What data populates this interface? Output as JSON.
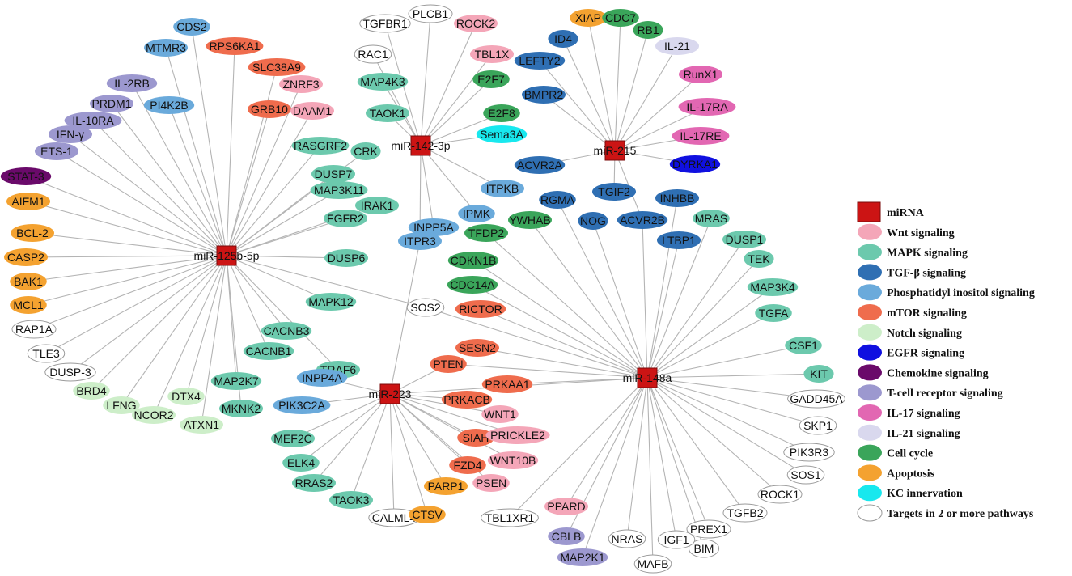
{
  "colors": {
    "wnt": "#f4a6b8",
    "mapk": "#6cc9ad",
    "tgfb": "#2f6fb3",
    "pi": "#6aaadb",
    "mtor": "#ef6c4d",
    "notch": "#cdeec9",
    "egfr": "#1010e0",
    "chemokine": "#6a0a6a",
    "tcell": "#9c98cf",
    "il17": "#e267b2",
    "il21": "#d9d8ee",
    "cellcycle": "#3aa55a",
    "apoptosis": "#f4a230",
    "kc": "#18e8ee",
    "multi": "#ffffff",
    "mirna": "#cc1414"
  },
  "legend": [
    {
      "key": "mirna",
      "label": "miRNA",
      "shape": "square"
    },
    {
      "key": "wnt",
      "label": "Wnt signaling"
    },
    {
      "key": "mapk",
      "label": "MAPK  signaling"
    },
    {
      "key": "tgfb",
      "label": "TGF-β signaling"
    },
    {
      "key": "pi",
      "label": "Phosphatidyl inositol signaling"
    },
    {
      "key": "mtor",
      "label": "mTOR  signaling"
    },
    {
      "key": "notch",
      "label": "Notch signaling"
    },
    {
      "key": "egfr",
      "label": "EGFR signaling"
    },
    {
      "key": "chemokine",
      "label": "Chemokine signaling"
    },
    {
      "key": "tcell",
      "label": "T-cell receptor signaling"
    },
    {
      "key": "il17",
      "label": "IL-17 signaling"
    },
    {
      "key": "il21",
      "label": "IL-21 signaling"
    },
    {
      "key": "cellcycle",
      "label": "Cell cycle"
    },
    {
      "key": "apoptosis",
      "label": "Apoptosis"
    },
    {
      "key": "kc",
      "label": "KC innervation"
    },
    {
      "key": "multi",
      "label": "Targets in 2 or more pathways"
    }
  ],
  "hubs": [
    {
      "id": "m125",
      "label": "miR-125b-5p"
    },
    {
      "id": "m142",
      "label": "miR-142-3p"
    },
    {
      "id": "m215",
      "label": "miR-215"
    },
    {
      "id": "m223",
      "label": "miR-223"
    },
    {
      "id": "m148",
      "label": "miR-148a"
    }
  ],
  "targets": [
    {
      "id": "CDS2",
      "label": "CDS2",
      "cat": "pi",
      "hub": [
        "m125"
      ]
    },
    {
      "id": "MTMR3",
      "label": "MTMR3",
      "cat": "pi",
      "hub": [
        "m125"
      ]
    },
    {
      "id": "RPS6KA1",
      "label": "RPS6KA1",
      "cat": "mtor",
      "hub": [
        "m125"
      ]
    },
    {
      "id": "SLC38A9",
      "label": "SLC38A9",
      "cat": "mtor",
      "hub": [
        "m125"
      ]
    },
    {
      "id": "IL2RB",
      "label": "IL-2RB",
      "cat": "tcell",
      "hub": [
        "m125"
      ]
    },
    {
      "id": "ZNRF3",
      "label": "ZNRF3",
      "cat": "wnt",
      "hub": [
        "m125"
      ]
    },
    {
      "id": "PRDM1",
      "label": "PRDM1",
      "cat": "tcell",
      "hub": [
        "m125"
      ]
    },
    {
      "id": "PI4K2B",
      "label": "PI4K2B",
      "cat": "pi",
      "hub": [
        "m125"
      ]
    },
    {
      "id": "GRB10",
      "label": "GRB10",
      "cat": "mtor",
      "hub": [
        "m125"
      ]
    },
    {
      "id": "DAAM1",
      "label": "DAAM1",
      "cat": "wnt",
      "hub": [
        "m125"
      ]
    },
    {
      "id": "IL10RA",
      "label": "IL-10RA",
      "cat": "tcell",
      "hub": [
        "m125"
      ]
    },
    {
      "id": "IFNG",
      "label": "IFN-γ",
      "cat": "tcell",
      "hub": [
        "m125"
      ]
    },
    {
      "id": "ETS1",
      "label": "ETS-1",
      "cat": "tcell",
      "hub": [
        "m125"
      ]
    },
    {
      "id": "RASGRF2",
      "label": "RASGRF2",
      "cat": "mapk",
      "hub": [
        "m125"
      ]
    },
    {
      "id": "CRK",
      "label": "CRK",
      "cat": "mapk",
      "hub": [
        "m125"
      ]
    },
    {
      "id": "STAT3",
      "label": "STAT-3",
      "cat": "chemokine",
      "hub": [
        "m125"
      ]
    },
    {
      "id": "DUSP7",
      "label": "DUSP7",
      "cat": "mapk",
      "hub": [
        "m125"
      ]
    },
    {
      "id": "AIFM1",
      "label": "AIFM1",
      "cat": "apoptosis",
      "hub": [
        "m125"
      ]
    },
    {
      "id": "MAP3K11",
      "label": "MAP3K11",
      "cat": "mapk",
      "hub": [
        "m125"
      ]
    },
    {
      "id": "IRAK1",
      "label": "IRAK1",
      "cat": "mapk",
      "hub": [
        "m125"
      ]
    },
    {
      "id": "BCL2",
      "label": "BCL-2",
      "cat": "apoptosis",
      "hub": [
        "m125"
      ]
    },
    {
      "id": "FGFR2",
      "label": "FGFR2",
      "cat": "mapk",
      "hub": [
        "m125"
      ]
    },
    {
      "id": "CASP2",
      "label": "CASP2",
      "cat": "apoptosis",
      "hub": [
        "m125"
      ]
    },
    {
      "id": "DUSP6",
      "label": "DUSP6",
      "cat": "mapk",
      "hub": [
        "m125"
      ]
    },
    {
      "id": "BAK1",
      "label": "BAK1",
      "cat": "apoptosis",
      "hub": [
        "m125"
      ]
    },
    {
      "id": "MCL1",
      "label": "MCL1",
      "cat": "apoptosis",
      "hub": [
        "m125"
      ]
    },
    {
      "id": "MAPK12",
      "label": "MAPK12",
      "cat": "mapk",
      "hub": [
        "m125"
      ]
    },
    {
      "id": "RAP1A",
      "label": "RAP1A",
      "cat": "multi",
      "hub": [
        "m125"
      ]
    },
    {
      "id": "TLE3",
      "label": "TLE3",
      "cat": "multi",
      "hub": [
        "m125"
      ]
    },
    {
      "id": "CACNB3",
      "label": "CACNB3",
      "cat": "mapk",
      "hub": [
        "m125"
      ]
    },
    {
      "id": "CACNB1",
      "label": "CACNB1",
      "cat": "mapk",
      "hub": [
        "m125"
      ]
    },
    {
      "id": "DUSP3",
      "label": "DUSP-3",
      "cat": "multi",
      "hub": [
        "m125"
      ]
    },
    {
      "id": "TRAF6",
      "label": "TRAF6",
      "cat": "mapk",
      "hub": [
        "m125"
      ]
    },
    {
      "id": "BRD4",
      "label": "BRD4",
      "cat": "notch",
      "hub": [
        "m125"
      ]
    },
    {
      "id": "LFNG",
      "label": "LFNG",
      "cat": "notch",
      "hub": [
        "m125"
      ]
    },
    {
      "id": "DTX4",
      "label": "DTX4",
      "cat": "notch",
      "hub": [
        "m125"
      ]
    },
    {
      "id": "NCOR2",
      "label": "NCOR2",
      "cat": "notch",
      "hub": [
        "m125"
      ]
    },
    {
      "id": "ATXN1",
      "label": "ATXN1",
      "cat": "notch",
      "hub": [
        "m125"
      ]
    },
    {
      "id": "MKNK2",
      "label": "MKNK2",
      "cat": "mapk",
      "hub": [
        "m125"
      ]
    },
    {
      "id": "MAP2K7",
      "label": "MAP2K7",
      "cat": "mapk",
      "hub": [
        "m125"
      ]
    },
    {
      "id": "SOS2",
      "label": "SOS2",
      "cat": "multi",
      "hub": [
        "m125",
        "m148"
      ]
    },
    {
      "id": "TGFBR1",
      "label": "TGFBR1",
      "cat": "multi",
      "hub": [
        "m142"
      ]
    },
    {
      "id": "PLCB1",
      "label": "PLCB1",
      "cat": "multi",
      "hub": [
        "m142"
      ]
    },
    {
      "id": "ROCK2",
      "label": "ROCK2",
      "cat": "wnt",
      "hub": [
        "m142"
      ]
    },
    {
      "id": "RAC1",
      "label": "RAC1",
      "cat": "multi",
      "hub": [
        "m142"
      ]
    },
    {
      "id": "TBL1X",
      "label": "TBL1X",
      "cat": "wnt",
      "hub": [
        "m142"
      ]
    },
    {
      "id": "MAP4K3",
      "label": "MAP4K3",
      "cat": "mapk",
      "hub": [
        "m142"
      ]
    },
    {
      "id": "E2F7",
      "label": "E2F7",
      "cat": "cellcycle",
      "hub": [
        "m142"
      ]
    },
    {
      "id": "TAOK1",
      "label": "TAOK1",
      "cat": "mapk",
      "hub": [
        "m142"
      ]
    },
    {
      "id": "E2F8",
      "label": "E2F8",
      "cat": "cellcycle",
      "hub": [
        "m142"
      ]
    },
    {
      "id": "SEMA3A",
      "label": "Sema3A",
      "cat": "kc",
      "hub": [
        "m142"
      ]
    },
    {
      "id": "ITPKB",
      "label": "ITPKB",
      "cat": "pi",
      "hub": [
        "m142"
      ]
    },
    {
      "id": "IPMK",
      "label": "IPMK",
      "cat": "pi",
      "hub": [
        "m142"
      ]
    },
    {
      "id": "INPP5A",
      "label": "INPP5A",
      "cat": "pi",
      "hub": [
        "m142"
      ]
    },
    {
      "id": "ITPR3",
      "label": "ITPR3",
      "cat": "pi",
      "hub": [
        "m142",
        "m223"
      ]
    },
    {
      "id": "XIAP",
      "label": "XIAP",
      "cat": "apoptosis",
      "hub": [
        "m215"
      ]
    },
    {
      "id": "CDC7",
      "label": "CDC7",
      "cat": "cellcycle",
      "hub": [
        "m215"
      ]
    },
    {
      "id": "RB1",
      "label": "RB1",
      "cat": "cellcycle",
      "hub": [
        "m215"
      ]
    },
    {
      "id": "ID4",
      "label": "ID4",
      "cat": "tgfb",
      "hub": [
        "m215"
      ]
    },
    {
      "id": "IL21",
      "label": "IL-21",
      "cat": "il21",
      "hub": [
        "m215"
      ]
    },
    {
      "id": "LEFTY2",
      "label": "LEFTY2",
      "cat": "tgfb",
      "hub": [
        "m215"
      ]
    },
    {
      "id": "RUNX1",
      "label": "RunX1",
      "cat": "il17",
      "hub": [
        "m215"
      ]
    },
    {
      "id": "BMPR2",
      "label": "BMPR2",
      "cat": "tgfb",
      "hub": [
        "m215"
      ]
    },
    {
      "id": "IL17RA",
      "label": "IL-17RA",
      "cat": "il17",
      "hub": [
        "m215"
      ]
    },
    {
      "id": "IL17RE",
      "label": "IL-17RE",
      "cat": "il17",
      "hub": [
        "m215"
      ]
    },
    {
      "id": "ACVR2A",
      "label": "ACVR2A",
      "cat": "tgfb",
      "hub": [
        "m215"
      ]
    },
    {
      "id": "DYRK1A",
      "label": "DYRKA1",
      "cat": "egfr",
      "hub": [
        "m215"
      ]
    },
    {
      "id": "TGIF2",
      "label": "TGIF2",
      "cat": "tgfb",
      "hub": [
        "m215"
      ]
    },
    {
      "id": "ACVR2B",
      "label": "ACVR2B",
      "cat": "tgfb",
      "hub": [
        "m215",
        "m148"
      ]
    },
    {
      "id": "INHBB",
      "label": "INHBB",
      "cat": "tgfb",
      "hub": [
        "m148"
      ]
    },
    {
      "id": "RGMA",
      "label": "RGMA",
      "cat": "tgfb",
      "hub": [
        "m148"
      ]
    },
    {
      "id": "NOG",
      "label": "NOG",
      "cat": "tgfb",
      "hub": [
        "m148"
      ]
    },
    {
      "id": "YWHAB",
      "label": "YWHAB",
      "cat": "cellcycle",
      "hub": [
        "m148"
      ]
    },
    {
      "id": "TFDP2",
      "label": "TFDP2",
      "cat": "cellcycle",
      "hub": [
        "m148"
      ]
    },
    {
      "id": "CDKN1B",
      "label": "CDKN1B",
      "cat": "cellcycle",
      "hub": [
        "m148"
      ]
    },
    {
      "id": "CDC14A",
      "label": "CDC14A",
      "cat": "cellcycle",
      "hub": [
        "m148"
      ]
    },
    {
      "id": "RICTOR",
      "label": "RICTOR",
      "cat": "mtor",
      "hub": [
        "m148"
      ]
    },
    {
      "id": "MRAS",
      "label": "MRAS",
      "cat": "mapk",
      "hub": [
        "m148"
      ]
    },
    {
      "id": "LTBP1",
      "label": "LTBP1",
      "cat": "tgfb",
      "hub": [
        "m148"
      ]
    },
    {
      "id": "DUSP1",
      "label": "DUSP1",
      "cat": "mapk",
      "hub": [
        "m148"
      ]
    },
    {
      "id": "TEK",
      "label": "TEK",
      "cat": "mapk",
      "hub": [
        "m148"
      ]
    },
    {
      "id": "MAP3K4",
      "label": "MAP3K4",
      "cat": "mapk",
      "hub": [
        "m148"
      ]
    },
    {
      "id": "TGFA",
      "label": "TGFA",
      "cat": "mapk",
      "hub": [
        "m148"
      ]
    },
    {
      "id": "CSF1",
      "label": "CSF1",
      "cat": "mapk",
      "hub": [
        "m148"
      ]
    },
    {
      "id": "KIT",
      "label": "KIT",
      "cat": "mapk",
      "hub": [
        "m148"
      ]
    },
    {
      "id": "GADD45A",
      "label": "GADD45A",
      "cat": "multi",
      "hub": [
        "m148"
      ]
    },
    {
      "id": "SKP1",
      "label": "SKP1",
      "cat": "multi",
      "hub": [
        "m148"
      ]
    },
    {
      "id": "PIK3R3",
      "label": "PIK3R3",
      "cat": "multi",
      "hub": [
        "m148"
      ]
    },
    {
      "id": "SOS1",
      "label": "SOS1",
      "cat": "multi",
      "hub": [
        "m148"
      ]
    },
    {
      "id": "ROCK1",
      "label": "ROCK1",
      "cat": "multi",
      "hub": [
        "m148"
      ]
    },
    {
      "id": "TGFB2",
      "label": "TGFB2",
      "cat": "multi",
      "hub": [
        "m148"
      ]
    },
    {
      "id": "PREX1",
      "label": "PREX1",
      "cat": "multi",
      "hub": [
        "m148"
      ]
    },
    {
      "id": "BIM",
      "label": "BIM",
      "cat": "multi",
      "hub": [
        "m148"
      ]
    },
    {
      "id": "IGF1",
      "label": "IGF1",
      "cat": "multi",
      "hub": [
        "m148"
      ]
    },
    {
      "id": "MAFB",
      "label": "MAFB",
      "cat": "multi",
      "hub": [
        "m148"
      ]
    },
    {
      "id": "NRAS",
      "label": "NRAS",
      "cat": "multi",
      "hub": [
        "m148"
      ]
    },
    {
      "id": "MAP2K1",
      "label": "MAP2K1",
      "cat": "tcell",
      "hub": [
        "m148"
      ]
    },
    {
      "id": "CBLB",
      "label": "CBLB",
      "cat": "tcell",
      "hub": [
        "m148"
      ]
    },
    {
      "id": "PPARD",
      "label": "PPARD",
      "cat": "wnt",
      "hub": [
        "m148"
      ]
    },
    {
      "id": "TBL1XR1",
      "label": "TBL1XR1",
      "cat": "multi",
      "hub": [
        "m148"
      ]
    },
    {
      "id": "SESN2",
      "label": "SESN2",
      "cat": "mtor",
      "hub": [
        "m148"
      ]
    },
    {
      "id": "PRKAA1",
      "label": "PRKAA1",
      "cat": "mtor",
      "hub": [
        "m148"
      ]
    },
    {
      "id": "PTEN",
      "label": "PTEN",
      "cat": "mtor",
      "hub": [
        "m223",
        "m148"
      ]
    },
    {
      "id": "INPP4A",
      "label": "INPP4A",
      "cat": "pi",
      "hub": [
        "m223"
      ]
    },
    {
      "id": "PIK3C2A",
      "label": "PIK3C2A",
      "cat": "pi",
      "hub": [
        "m223"
      ]
    },
    {
      "id": "PRKACB",
      "label": "PRKACB",
      "cat": "mtor",
      "hub": [
        "m223"
      ]
    },
    {
      "id": "WNT1",
      "label": "WNT1",
      "cat": "wnt",
      "hub": [
        "m223"
      ]
    },
    {
      "id": "MEF2C",
      "label": "MEF2C",
      "cat": "mapk",
      "hub": [
        "m223"
      ]
    },
    {
      "id": "SIAH",
      "label": "SIAH",
      "cat": "mtor",
      "hub": [
        "m223"
      ]
    },
    {
      "id": "PRICKLE2",
      "label": "PRICKLE2",
      "cat": "wnt",
      "hub": [
        "m223"
      ]
    },
    {
      "id": "ELK4",
      "label": "ELK4",
      "cat": "mapk",
      "hub": [
        "m223"
      ]
    },
    {
      "id": "WNT10B",
      "label": "WNT10B",
      "cat": "wnt",
      "hub": [
        "m223"
      ]
    },
    {
      "id": "FZD4",
      "label": "FZD4",
      "cat": "mtor",
      "hub": [
        "m223"
      ]
    },
    {
      "id": "RRAS2",
      "label": "RRAS2",
      "cat": "mapk",
      "hub": [
        "m223"
      ]
    },
    {
      "id": "PARP1",
      "label": "PARP1",
      "cat": "apoptosis",
      "hub": [
        "m223"
      ]
    },
    {
      "id": "PSEN",
      "label": "PSEN",
      "cat": "wnt",
      "hub": [
        "m223"
      ]
    },
    {
      "id": "TAOK3",
      "label": "TAOK3",
      "cat": "mapk",
      "hub": [
        "m223"
      ]
    },
    {
      "id": "CALML4",
      "label": "CALML4",
      "cat": "multi",
      "hub": [
        "m223"
      ]
    },
    {
      "id": "CTSV",
      "label": "CTSV",
      "cat": "apoptosis",
      "hub": [
        "m223"
      ]
    }
  ]
}
